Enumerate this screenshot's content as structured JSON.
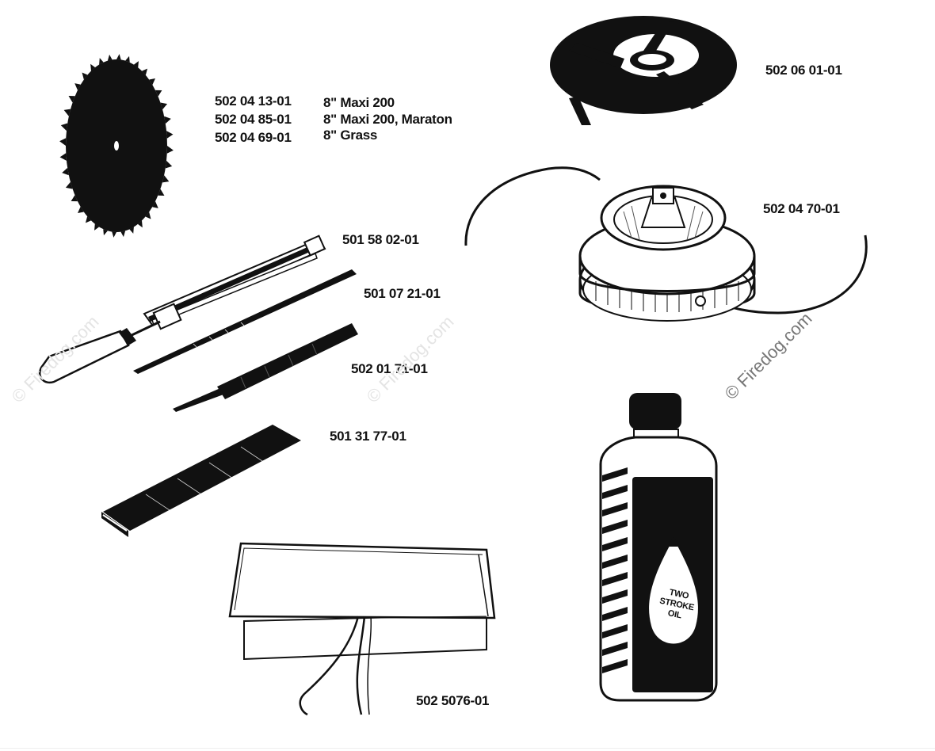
{
  "parts": {
    "blade": {
      "icon": "saw-blade-icon",
      "numbers": [
        "502 04 13-01",
        "502 04 85-01",
        "502 04 69-01"
      ],
      "descriptions": [
        "8\" Maxi 200",
        "8\" Maxi 200, Maraton",
        "8\" Grass"
      ]
    },
    "guard": {
      "icon": "guard-disc-icon",
      "number": "502 06 01-01"
    },
    "trimmer_head": {
      "icon": "trimmer-head-icon",
      "number": "502 04 70-01"
    },
    "file_holder": {
      "icon": "file-holder-icon",
      "number": "501 58 02-01"
    },
    "round_file": {
      "icon": "round-file-icon",
      "number": "501 07 21-01"
    },
    "flat_file": {
      "icon": "flat-file-icon",
      "number": "502 01 71-01"
    },
    "depth_gauge": {
      "icon": "depth-gauge-icon",
      "number": "501 31 77-01"
    },
    "oil_bottle": {
      "icon": "oil-bottle-icon",
      "label": "TWO STROKE OIL"
    },
    "tool_pouch": {
      "icon": "tool-pouch-icon",
      "number": "502 5076-01"
    }
  },
  "watermark": {
    "text": "© Firedog.com"
  }
}
